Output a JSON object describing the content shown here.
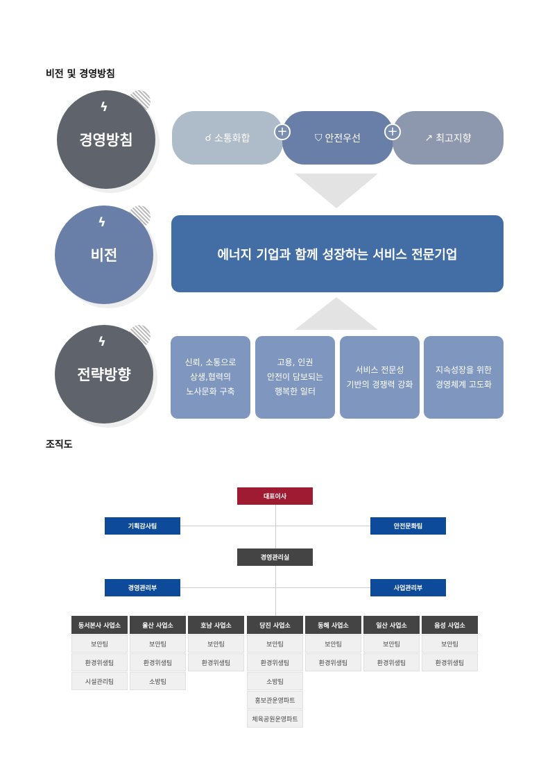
{
  "vision_section": {
    "title": "비전 및 경영방침",
    "policy": {
      "label": "경영방침",
      "items": [
        {
          "icon": "hand-globe-icon",
          "label": "소통화합"
        },
        {
          "icon": "shield-check-icon",
          "label": "안전우선"
        },
        {
          "icon": "person-growth-icon",
          "label": "최고지향"
        }
      ]
    },
    "vision": {
      "label": "비전",
      "statement": "에너지 기업과 함께 성장하는 서비스 전문기업"
    },
    "strategy": {
      "label": "전략방향",
      "items": [
        "신뢰, 소통으로\n상생,협력의\n노사문화 구축",
        "고용, 인권\n안전이 담보되는\n행복한 일터",
        "서비스 전문성\n기반의 경쟁력 강화",
        "지속성장을 위한\n경영체계 고도화"
      ]
    }
  },
  "org_section": {
    "title": "조직도",
    "ceo": "대표이사",
    "audit": "기획감사팀",
    "safety": "안전문화팀",
    "office": "경영관리실",
    "mgmt": "경영관리부",
    "biz": "사업관리부",
    "branches": [
      {
        "name": "동서본사 사업소",
        "teams": [
          "보안팀",
          "환경위생팀",
          "시설관리팀"
        ]
      },
      {
        "name": "울산 사업소",
        "teams": [
          "보안팀",
          "환경위생팀",
          "소방팀"
        ]
      },
      {
        "name": "호남 사업소",
        "teams": [
          "보안팀",
          "환경위생팀"
        ]
      },
      {
        "name": "당진 사업소",
        "teams": [
          "보안팀",
          "환경위생팀",
          "소방팀",
          "홍보관운영파트",
          "체육공원운영파트"
        ]
      },
      {
        "name": "동해 사업소",
        "teams": [
          "보안팀",
          "환경위생팀"
        ]
      },
      {
        "name": "일산 사업소",
        "teams": [
          "보안팀",
          "환경위생팀"
        ]
      },
      {
        "name": "음성 사업소",
        "teams": [
          "보안팀",
          "환경위생팀"
        ]
      }
    ]
  },
  "colors": {
    "ceo": "#9e1b32",
    "blue": "#0e4a9a",
    "dark": "#444444",
    "vision": "#426ea5"
  }
}
